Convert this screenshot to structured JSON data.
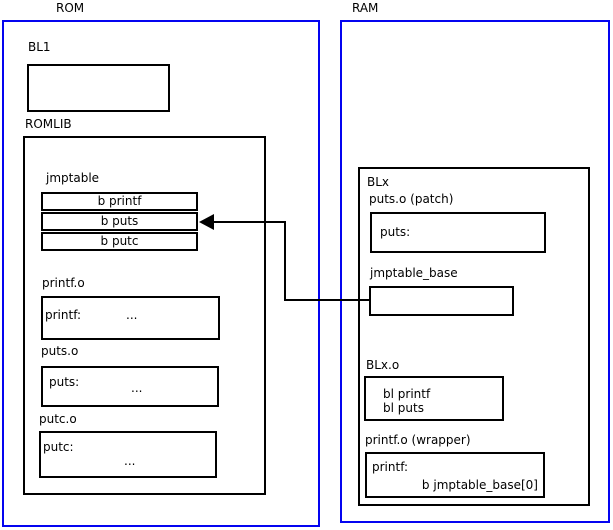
{
  "colors": {
    "frame": "#0404f0",
    "line": "#000000"
  },
  "rom": {
    "title": "ROM",
    "bl1": {
      "label": "BL1"
    },
    "romlib": {
      "label": "ROMLIB",
      "jmptable": {
        "label": "jmptable",
        "rows": [
          "b printf",
          "b puts",
          "b putc"
        ]
      },
      "printf_o": {
        "label": "printf.o",
        "symbol": "printf:",
        "body": "..."
      },
      "puts_o": {
        "label": "puts.o",
        "symbol": "puts:",
        "body": "..."
      },
      "putc_o": {
        "label": "putc.o",
        "symbol": "putc:",
        "body": "..."
      }
    }
  },
  "ram": {
    "title": "RAM",
    "blx": {
      "label": "BLx",
      "puts_patch": {
        "label": "puts.o (patch)",
        "symbol": "puts:"
      },
      "jmptable_base": {
        "label": "jmptable_base"
      },
      "blx_o": {
        "label": "BLx.o",
        "lines": [
          "bl printf",
          "bl puts"
        ]
      },
      "printf_wrapper": {
        "label": "printf.o (wrapper)",
        "symbol": "printf:",
        "instruction": "b jmptable_base[0]"
      }
    }
  }
}
